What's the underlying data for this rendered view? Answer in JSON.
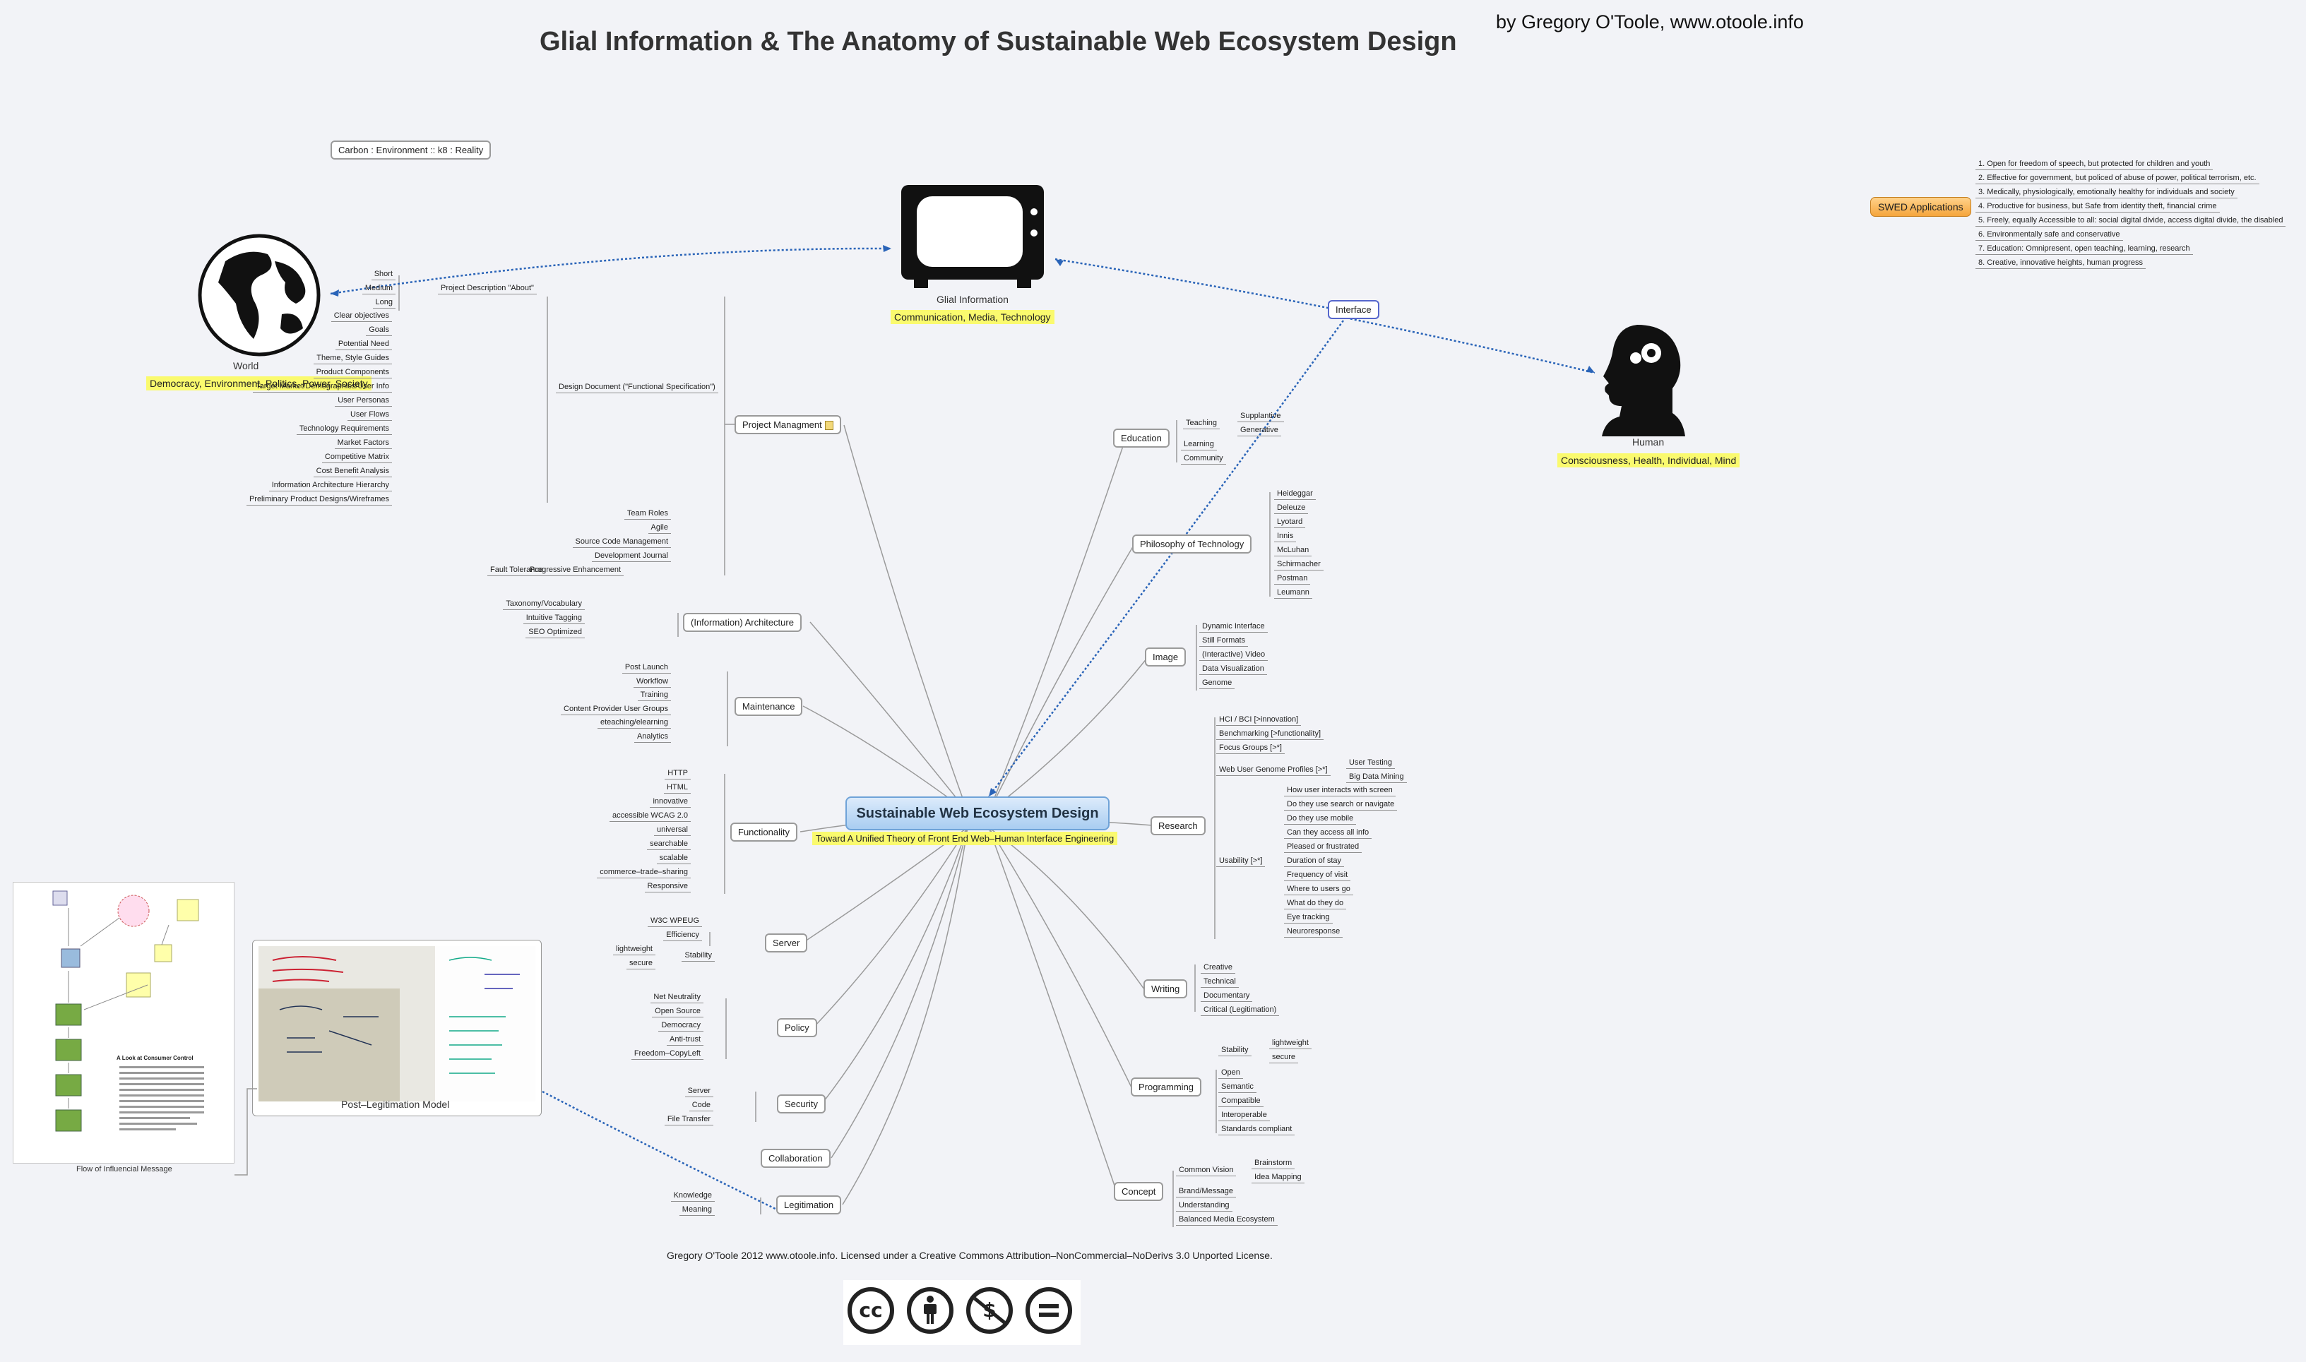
{
  "title": "Glial Information & The Anatomy of Sustainable Web Ecosystem Design",
  "byline": "by Gregory O'Toole, www.otoole.info",
  "carbon_label": "Carbon : Environment :: k8 : Reality",
  "world": {
    "caption": "World",
    "tag": "Democracy, Environment, Politics, Power, Society",
    "icon": "globe-icon"
  },
  "glial": {
    "caption": "Glial Information",
    "tag": "Communication, Media, Technology",
    "icon": "television-icon"
  },
  "human": {
    "caption": "Human",
    "tag": "Consciousness, Health, Individual, Mind",
    "icon": "human-head-icon"
  },
  "interface": "Interface",
  "center": {
    "title": "Sustainable Web Ecosystem Design",
    "subtitle": "Toward A Unified Theory of Front End Web–Human Interface Engineering"
  },
  "swed": {
    "label": "SWED Applications",
    "items": [
      "1. Open for freedom of speech, but protected for children and youth",
      "2. Effective for government, but policed of abuse of power, political terrorism, etc.",
      "3. Medically, physiologically, emotionally healthy for individuals and society",
      "4. Productive for business, but Safe from identity theft, financial crime",
      "5. Freely, equally Accessible to all: social digital divide, access digital divide, the disabled",
      "6. Environmentally safe and conservative",
      "7. Education: Omnipresent, open teaching, learning, research",
      "8. Creative, innovative heights, human progress"
    ]
  },
  "left": {
    "project": {
      "label": "Project Managment",
      "about": {
        "label": "Project Description \"About\"",
        "items": [
          "Short",
          "Medium",
          "Long"
        ]
      },
      "design_doc": {
        "label": "Design Document (\"Functional Specification\")",
        "items": [
          "Clear objectives",
          "Goals",
          "Potential Need",
          "Theme, Style Guides",
          "Product Components",
          "Target Market/Demographics/User Info",
          "User Personas",
          "User Flows",
          "Technology Requirements",
          "Market Factors",
          "Competitive Matrix",
          "Cost Benefit Analysis",
          "Information Architecture Hierarchy",
          "Preliminary Product Designs/Wireframes"
        ]
      },
      "items": [
        "Team Roles",
        "Agile",
        "Source Code Management",
        "Development Journal"
      ],
      "progressive": "Progressive Enhancement",
      "fault": "Fault Tolerance"
    },
    "architecture": {
      "label": "(Information) Architecture",
      "items": [
        "Taxonomy/Vocabulary",
        "Intuitive Tagging",
        "SEO Optimized"
      ]
    },
    "maintenance": {
      "label": "Maintenance",
      "items": [
        "Post Launch",
        "Workflow",
        "Training",
        "Content Provider User Groups",
        "eteaching/elearning",
        "Analytics"
      ]
    },
    "functionality": {
      "label": "Functionality",
      "items": [
        "HTTP",
        "HTML",
        "innovative",
        "accessible WCAG 2.0",
        "universal",
        "searchable",
        "scalable",
        "commerce–trade–sharing",
        "Responsive"
      ]
    },
    "server": {
      "label": "Server",
      "items": [
        "W3C WPEUG",
        "Efficiency"
      ],
      "stability": "Stability",
      "stability_items": [
        "lightweight",
        "secure"
      ]
    },
    "policy": {
      "label": "Policy",
      "items": [
        "Net Neutrality",
        "Open Source",
        "Democracy",
        "Anti-trust",
        "Freedom–CopyLeft"
      ]
    },
    "security": {
      "label": "Security",
      "items": [
        "Server",
        "Code",
        "File Transfer"
      ]
    },
    "collaboration": {
      "label": "Collaboration"
    },
    "legitimation": {
      "label": "Legitimation",
      "items": [
        "Knowledge",
        "Meaning"
      ]
    }
  },
  "right": {
    "education": {
      "label": "Education",
      "teaching": "Teaching",
      "teaching_items": [
        "Supplantive",
        "Generative"
      ],
      "items": [
        "Learning",
        "Community"
      ]
    },
    "philosophy": {
      "label": "Philosophy of Technology",
      "items": [
        "Heideggar",
        "Deleuze",
        "Lyotard",
        "Innis",
        "McLuhan",
        "Schirmacher",
        "Postman",
        "Leumann"
      ]
    },
    "image": {
      "label": "Image",
      "items": [
        "Dynamic Interface",
        "Still Formats",
        "(Interactive) Video",
        "Data Visualization",
        "Genome"
      ]
    },
    "research": {
      "label": "Research",
      "items": [
        "HCI / BCI [>innovation]",
        "Benchmarking [>functionality]",
        "Focus Groups [>*]"
      ],
      "genome": "Web User Genome Profiles [>*]",
      "genome_items": [
        "User Testing",
        "Big Data Mining"
      ],
      "usability": "Usability [>*]",
      "usability_items": [
        "How user interacts with screen",
        "Do they use search or navigate",
        "Do they use mobile",
        "Can they access all info",
        "Pleased or frustrated",
        "Duration of stay",
        "Frequency of visit",
        "Where to users go",
        "What do they do",
        "Eye tracking",
        "Neuroresponse"
      ]
    },
    "writing": {
      "label": "Writing",
      "items": [
        "Creative",
        "Technical",
        "Documentary",
        "Critical (Legitimation)"
      ]
    },
    "programming": {
      "label": "Programming",
      "stability": "Stability",
      "stability_items": [
        "lightweight",
        "secure"
      ],
      "items": [
        "Open",
        "Semantic",
        "Compatible",
        "Interoperable",
        "Standards compliant"
      ]
    },
    "concept": {
      "label": "Concept",
      "vision": "Common Vision",
      "vision_items": [
        "Brainstorm",
        "Idea Mapping"
      ],
      "items": [
        "Brand/Message",
        "Understanding",
        "Balanced Media Ecosystem"
      ]
    }
  },
  "post_legitimation": {
    "caption": "Post–Legitimation Model"
  },
  "flow": {
    "caption": "Flow of Influencial Message",
    "heading": "A Look at Consumer Control"
  },
  "license": "Gregory O'Toole 2012 www.otoole.info. Licensed under a Creative Commons Attribution–NonCommercial–NoDerivs 3.0 Unported License.",
  "cc_icons": [
    "cc-logo-icon",
    "attribution-icon",
    "noncommercial-icon",
    "noderivs-icon"
  ],
  "colors": {
    "center": "#a9cdf1",
    "highlight": "#fafa6e",
    "swed": "#f5a53c",
    "dotted_link": "#2a64b8"
  }
}
